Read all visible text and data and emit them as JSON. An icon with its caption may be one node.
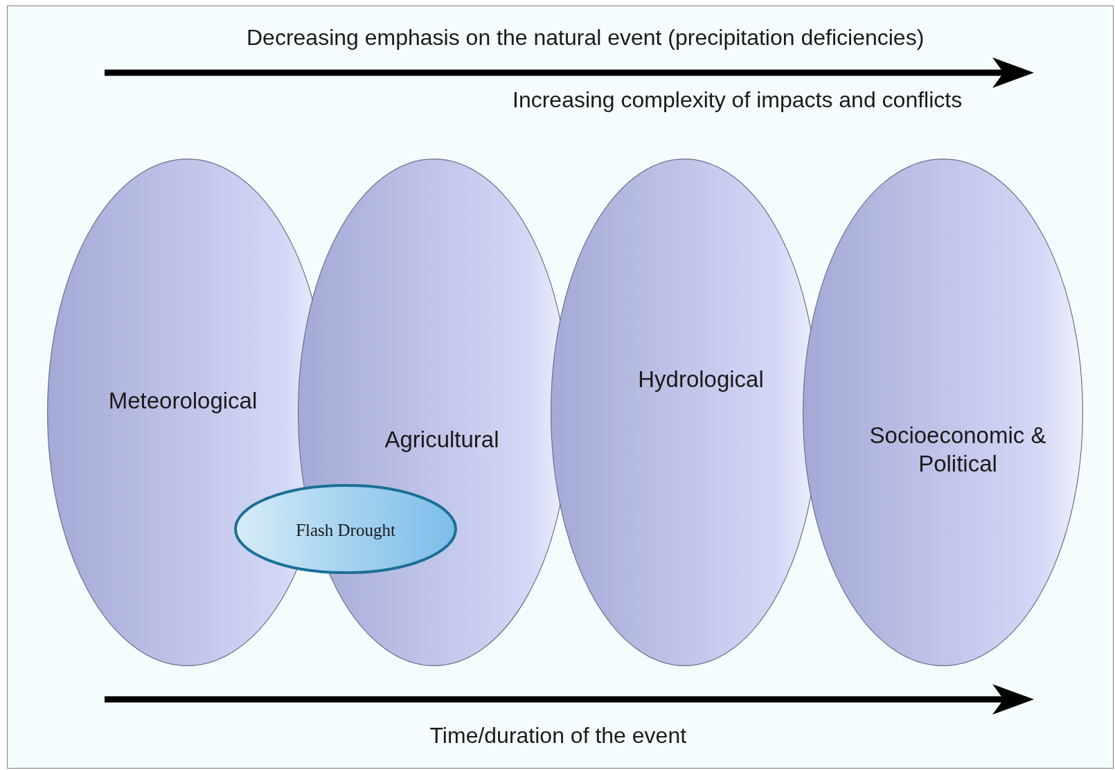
{
  "diagram": {
    "nodes": [
      {
        "text": [
          "Meteorological"
        ]
      },
      {
        "text": [
          "Agricultural"
        ]
      },
      {
        "text": [
          "Hydrological"
        ]
      },
      {
        "text": [
          "Socioeconomic & Political"
        ]
      },
      {
        "text": [
          "Flash Drought"
        ]
      }
    ],
    "labels": [
      "Decreasing emphasis on the natural event (precipitation deficiencies)",
      "Increasing complexity of impacts and conflicts",
      "Time/duration of the event"
    ]
  }
}
